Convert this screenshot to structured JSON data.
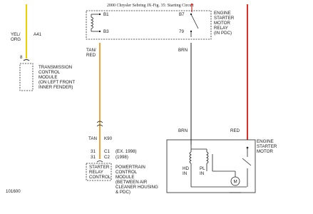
{
  "diagram": {
    "title": "2000 Chrysler Sebring JX-Fig. 35: Starting Circuit",
    "figure_id": "101600",
    "colors": {
      "yellow_wire": "#e8d200",
      "tan_red_wire": "#e8a33c",
      "red_wire": "#d9302a",
      "black_line": "#222222"
    },
    "left_wire": {
      "color_line1": "YEL/",
      "color_line2": "ORG",
      "circuit": "A41",
      "pin": "8"
    },
    "transmission_module": {
      "lines": [
        "TRANSMISSION",
        "CONTROL",
        "MODULE",
        "(ON LEFT FRONT",
        "INNER FENDER)"
      ]
    },
    "relay": {
      "pins": {
        "b1": "B1",
        "b3": "B3",
        "b7": "B7",
        "p79": "79"
      },
      "lines": [
        "ENGINE",
        "STARTER",
        "MOTOR",
        "RELAY",
        "(IN PDC)"
      ]
    },
    "tan_wire": {
      "upper_line1": "TAN/",
      "upper_line2": "RED",
      "lower_color": "TAN",
      "circuit": "K90",
      "pin_31a": "31",
      "pin_31b": "31",
      "c1": "C1",
      "c2": "C2",
      "c1_note": "(EX. 1998)",
      "c2_note": "(1998)"
    },
    "pcm": {
      "inner_lines": [
        "STARTER",
        "RELAY",
        "CONTROL"
      ],
      "lines": [
        "POWERTRAIN",
        "CONTROL",
        "MODULE",
        "(BETWEEN AIR",
        "CLEANER HOUSING",
        "& PDC)"
      ]
    },
    "brn_wire": {
      "upper": "BRN",
      "lower": "BRN"
    },
    "red_wire": {
      "label": "RED"
    },
    "starter_motor": {
      "hd_line1": "HD",
      "hd_line2": "IN",
      "pl_line1": "PL",
      "pl_line2": "IN",
      "motor_symbol": "M",
      "lines": [
        "ENGINE",
        "STARTER",
        "MOTOR"
      ]
    }
  }
}
